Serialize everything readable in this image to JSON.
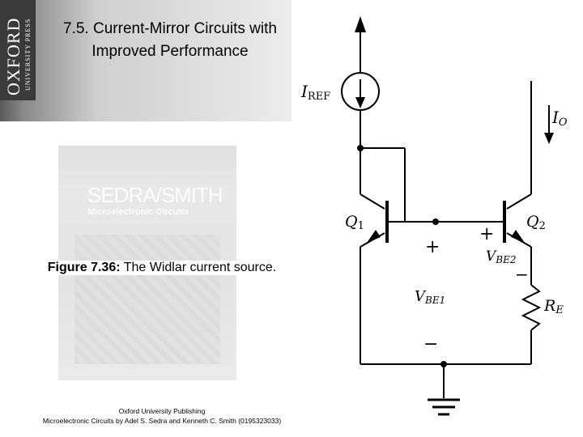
{
  "publisher": {
    "logo_main": "OXFORD",
    "logo_sub": "UNIVERSITY PRESS"
  },
  "slide": {
    "title_number": "7.5.",
    "title_text": "Current-Mirror Circuits with Improved Performance"
  },
  "book_cover": {
    "title": "SEDRA/SMITH",
    "subtitle": "Microelectronic Circuits"
  },
  "caption": {
    "figure_label": "Figure 7.36:",
    "figure_text": "The Widlar current source."
  },
  "footer": {
    "line1": "Oxford University Publishing",
    "line2": "Microelectronic Circuits by Adel S. Sedra and Kenneth C. Smith (0195323033)"
  },
  "circuit": {
    "iref": "I",
    "iref_sub": "REF",
    "io": "I",
    "io_sub": "O",
    "q1": "Q",
    "q1_sub": "1",
    "q2": "Q",
    "q2_sub": "2",
    "vbe1": "V",
    "vbe1_sub": "BE1",
    "vbe2": "V",
    "vbe2_sub": "BE2",
    "re": "R",
    "re_sub": "E",
    "plus": "+",
    "minus": "−"
  }
}
